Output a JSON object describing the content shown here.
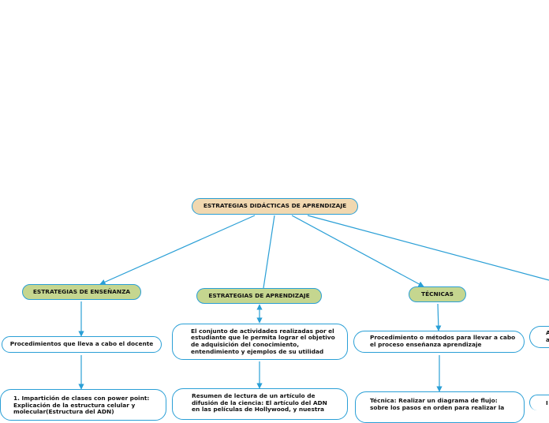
{
  "root": {
    "label": "ESTRATEGIAS DIDÁCTICAS DE APRENDIZAJE"
  },
  "branches": [
    {
      "label": "ESTRATEGIAS DE ENSEÑANZA",
      "description": "Procedimientos que lleva a cabo el docente",
      "detail": "1. Impartición de clases con power point: Explicación de la estructura celular y molecular(Estructura del ADN)"
    },
    {
      "label": "ESTRATEGIAS DE APRENDIZAJE",
      "description": "El conjunto de actividades realizadas por el estudiante que le permita lograr el objetivo de adquisición del conocimiento, entendimiento y ejemplos de su utilidad",
      "detail": "Resumen de lectura de un artículo de difusión de la ciencia: El artículo del ADN en las películas de Hollywood, y nuestra"
    },
    {
      "label": "TÉCNICAS",
      "description": "Procedimiento o métodos para llevar a cabo el proceso enseñanza aprendizaje",
      "detail": "Técnica: Realizar un diagrama de flujo: sobre los pasos en orden para realizar la"
    },
    {
      "label": "",
      "description": "A a",
      "detail": "I"
    }
  ],
  "colors": {
    "line": "#2a9fd6",
    "root_fill": "#f1d8b0",
    "category_fill": "#c5d68f",
    "box_fill": "#ffffff"
  }
}
